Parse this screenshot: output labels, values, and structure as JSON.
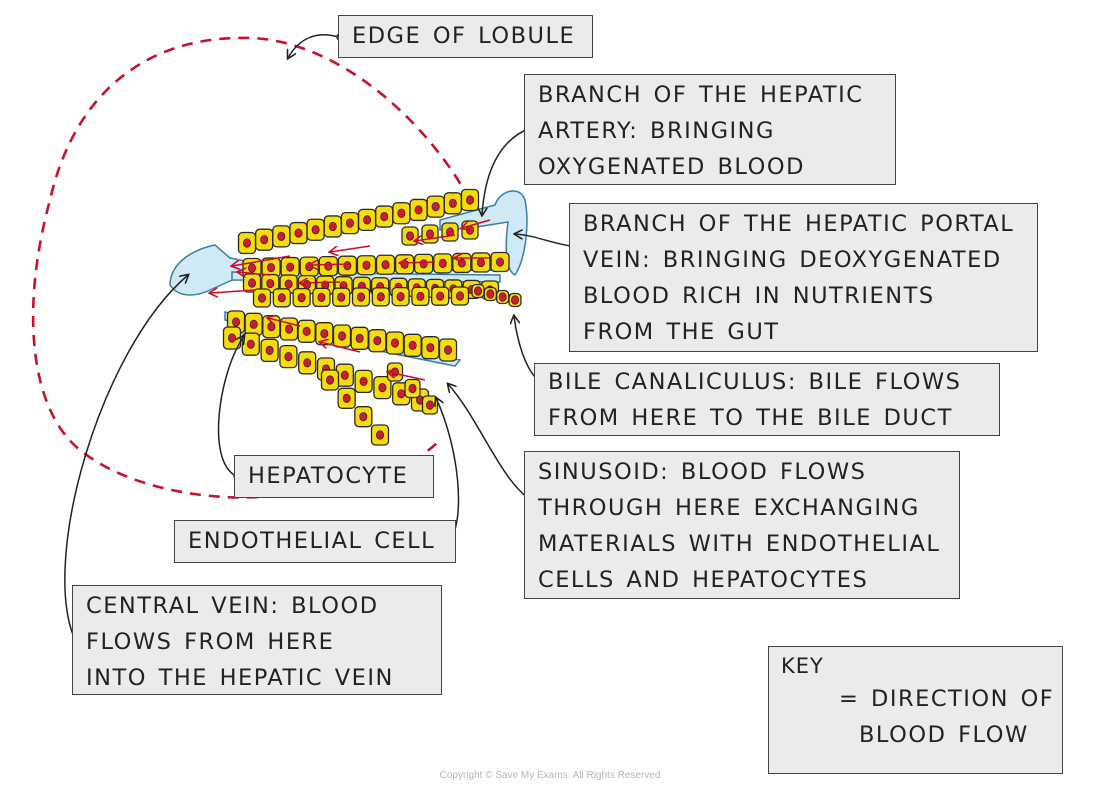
{
  "colors": {
    "flow_arrow": "#c8102e",
    "hepatocyte": "#f7dc0a",
    "nucleus": "#d7172f",
    "sinusoid": "#cfe9f5",
    "label_bg": "#ebebeb"
  },
  "labels": {
    "edge_of_lobule": "EDGE OF LOBULE",
    "hepatic_artery": [
      "BRANCH OF THE HEPATIC",
      "ARTERY: BRINGING",
      "OXYGENATED BLOOD"
    ],
    "hepatic_portal_vein": [
      "BRANCH OF THE HEPATIC PORTAL",
      "VEIN: BRINGING DEOXYGENATED",
      "BLOOD RICH IN NUTRIENTS",
      "FROM THE GUT"
    ],
    "bile_canaliculus": [
      "BILE CANALICULUS: BILE FLOWS",
      "FROM HERE TO THE BILE DUCT"
    ],
    "hepatocyte": "HEPATOCYTE",
    "endothelial_cell": "ENDOTHELIAL CELL",
    "sinusoid": [
      "SINUSOID: BLOOD FLOWS",
      "THROUGH HERE EXCHANGING",
      "MATERIALS WITH ENDOTHELIAL",
      "CELLS AND HEPATOCYTES"
    ],
    "central_vein": [
      "CENTRAL VEIN: BLOOD",
      "FLOWS FROM HERE",
      "INTO THE HEPATIC VEIN"
    ]
  },
  "key": {
    "title": "KEY",
    "line1": "= DIRECTION OF",
    "line2": "BLOOD FLOW",
    "arrow_icon": "red-arrow-icon"
  },
  "copyright": "Copyright © Save My Exams. All Rights Reserved"
}
